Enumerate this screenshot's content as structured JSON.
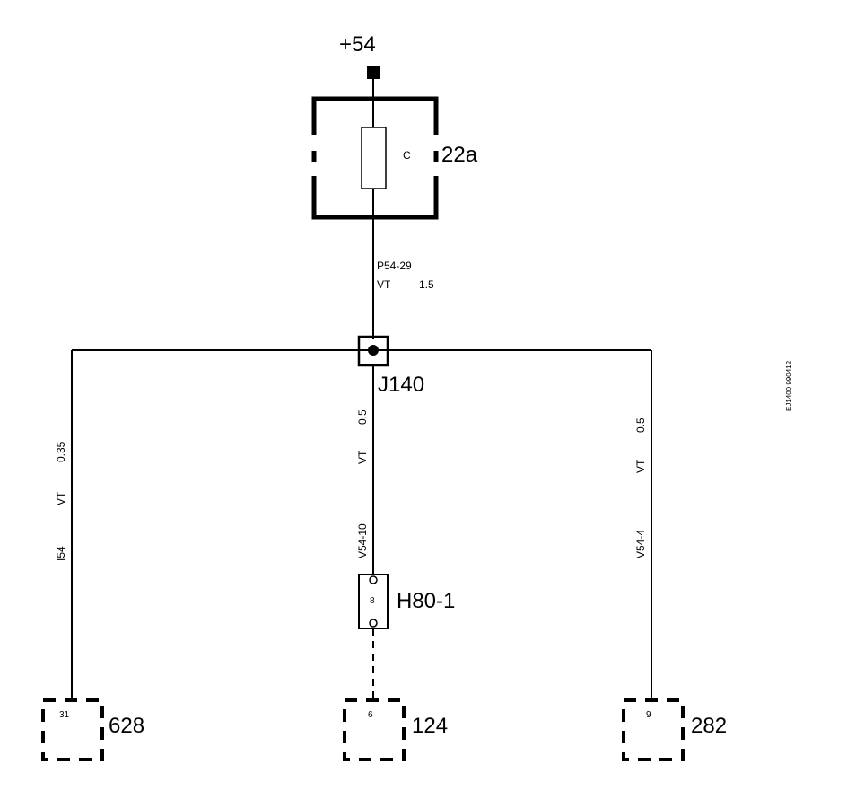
{
  "supply_label": "+54",
  "fuse_box": {
    "label": "22a",
    "fuse_label": "C"
  },
  "main_wire": {
    "code": "P54-29",
    "color": "VT",
    "size": "1.5"
  },
  "junction": {
    "label": "J140"
  },
  "left_wire": {
    "size": "0.35",
    "color": "VT",
    "code": "I54"
  },
  "middle_wire": {
    "size": "0.5",
    "color": "VT",
    "code": "V54-10"
  },
  "right_wire": {
    "size": "0.5",
    "color": "VT",
    "code": "V54-4"
  },
  "connector": {
    "label": "H80-1",
    "pin": "8"
  },
  "components": {
    "left": {
      "label": "628",
      "pin": "31"
    },
    "middle": {
      "label": "124",
      "pin": "6"
    },
    "right": {
      "label": "282",
      "pin": "9"
    }
  },
  "drawing_id": "EJ1400 990412"
}
